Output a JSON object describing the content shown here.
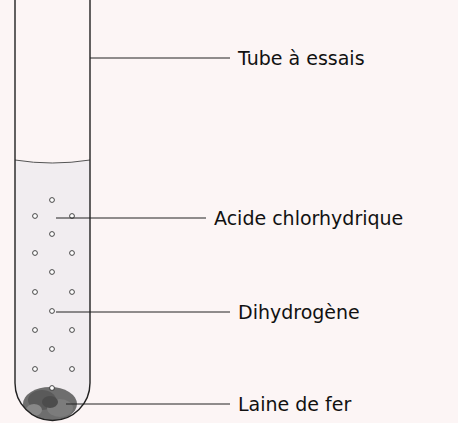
{
  "diagram": {
    "labels": [
      "Tube à essais",
      "Acide chlorhydrique",
      "Dihydrogène",
      "Laine de fer"
    ]
  }
}
